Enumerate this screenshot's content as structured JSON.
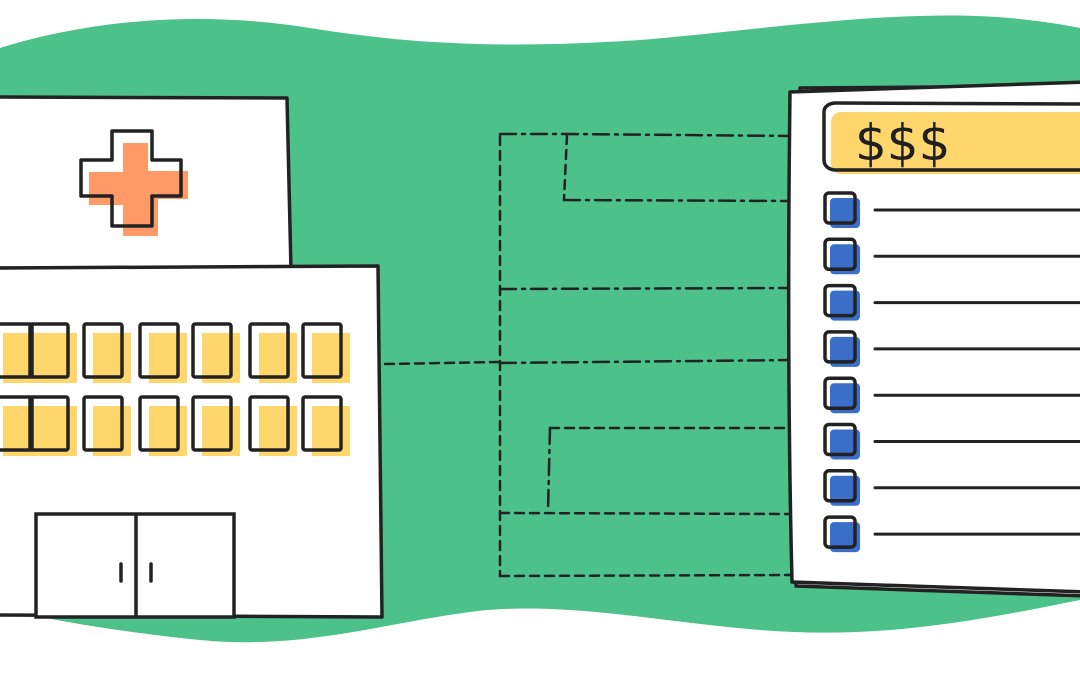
{
  "illustration": {
    "background_color": "#4dc18a",
    "stroke_color": "#222222",
    "highlight_color": "#ffd66b",
    "cross_color": "#ff9966",
    "checkbox_color": "#3a6fc9"
  },
  "price_list": {
    "header_text": "$$$",
    "item_count": 8
  },
  "hospital": {
    "icon": "medical-cross-icon",
    "window_rows": 2,
    "window_cols": 7
  }
}
